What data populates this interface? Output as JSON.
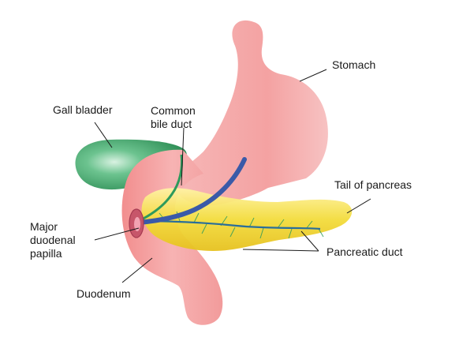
{
  "labels": {
    "stomach": "Stomach",
    "gall_bladder": "Gall bladder",
    "common_bile_duct": [
      "Common",
      "bile duct"
    ],
    "tail_of_pancreas": "Tail of pancreas",
    "major_duodenal_papilla": [
      "Major",
      "duodenal",
      "papilla"
    ],
    "pancreatic_duct": "Pancreatic duct",
    "duodenum": "Duodenum"
  },
  "colors": {
    "stomach": "#f4a3a3",
    "gall_bladder": "#2e9a5c",
    "pancreas": "#f2d92e",
    "bile_duct": "#2e9a5c",
    "pancreatic_duct": "#3a5aa8",
    "leader_line": "#1a1a1a"
  }
}
